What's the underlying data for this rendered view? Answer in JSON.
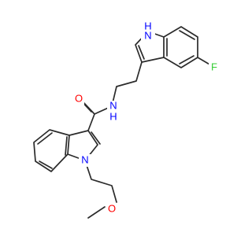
{
  "molecule": {
    "atoms": {
      "indole_nh": {
        "text": "H",
        "subtext": "N",
        "color": "#0000ff"
      },
      "fluorine": {
        "text": "F",
        "color": "#33cc33"
      },
      "carbonyl_oxygen": {
        "text": "O",
        "color": "#ff0000"
      },
      "amide_nitrogen": {
        "text": "N",
        "color": "#0000ff"
      },
      "amide_hydrogen": {
        "text": "H",
        "color": "#0000ff"
      },
      "indole_nitrogen": {
        "text": "N",
        "color": "#0000ff"
      },
      "ether_oxygen": {
        "text": "O",
        "color": "#ff0000"
      }
    }
  }
}
